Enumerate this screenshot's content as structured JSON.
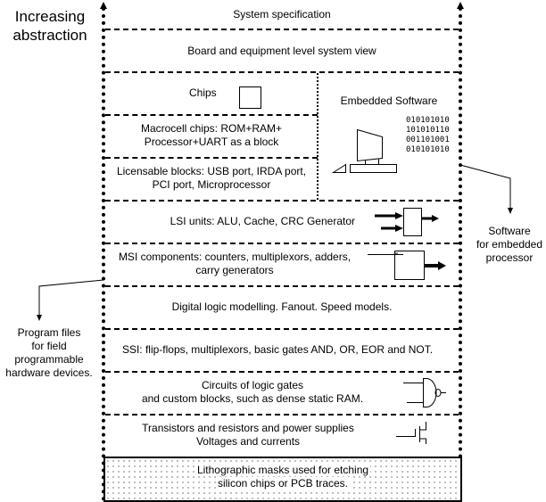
{
  "axis_label": {
    "line1": "Increasing",
    "line2": "abstraction"
  },
  "levels": [
    {
      "id": "system-spec",
      "lines": [
        "System specification"
      ]
    },
    {
      "id": "board-view",
      "lines": [
        "Board and equipment level system view"
      ]
    },
    {
      "id": "chips",
      "lines": [
        "Chips"
      ]
    },
    {
      "id": "macrocell",
      "lines": [
        "Macrocell chips: ROM+RAM+",
        "Processor+UART as a block"
      ]
    },
    {
      "id": "licensable",
      "lines": [
        "Licensable blocks: USB port, IRDA port,",
        "PCI port, Microprocessor"
      ]
    },
    {
      "id": "lsi",
      "lines": [
        "LSI units: ALU, Cache, CRC Generator"
      ]
    },
    {
      "id": "msi",
      "lines": [
        "MSI components: counters, multiplexors, adders,",
        "carry generators"
      ]
    },
    {
      "id": "digital-logic",
      "lines": [
        "Digital logic modelling.  Fanout.  Speed models."
      ]
    },
    {
      "id": "ssi",
      "lines": [
        "SSI: flip-flops, multiplexors, basic gates AND, OR, EOR and NOT."
      ]
    },
    {
      "id": "circuits",
      "lines": [
        "Circuits of logic gates",
        "and custom blocks, such as dense static RAM."
      ]
    },
    {
      "id": "transistors",
      "lines": [
        "Transistors and resistors and power supplies",
        "Voltages and currents"
      ]
    },
    {
      "id": "lithographic",
      "lines": [
        "Lithographic masks used for etching",
        "silicon chips or PCB traces."
      ]
    }
  ],
  "embedded_software": {
    "title": "Embedded Software",
    "binary": [
      "010101010",
      "101010110",
      "001101001",
      "010101010"
    ]
  },
  "callouts": {
    "right": [
      "Software",
      "for embedded",
      "processor"
    ],
    "left": [
      "Program files",
      "for field",
      "programmable",
      "hardware devices."
    ]
  },
  "icons": [
    "chip-box-icon",
    "computer-icon",
    "lsi-block-icon",
    "msi-block-icon",
    "nand-gate-icon",
    "transistor-icon"
  ]
}
